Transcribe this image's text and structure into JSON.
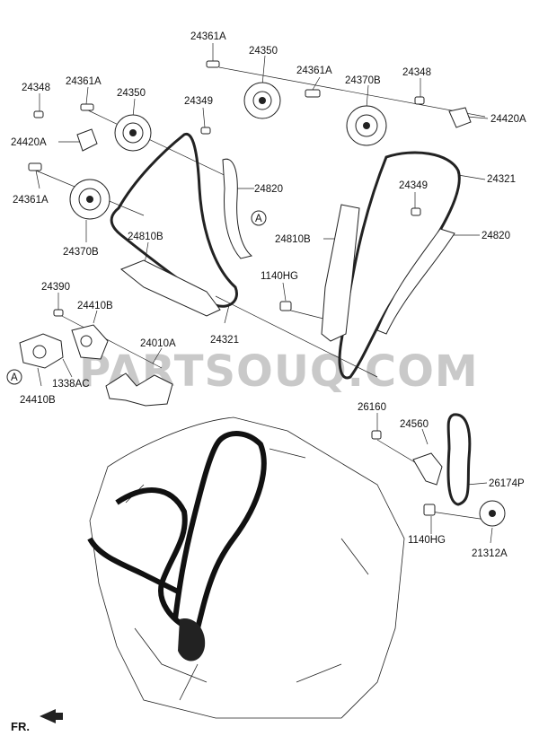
{
  "watermark": "PARTSOUQ.COM",
  "front_marker": "FR.",
  "callout_marker": "A",
  "labels": [
    {
      "id": "l1",
      "text": "24361A"
    },
    {
      "id": "l2",
      "text": "24350"
    },
    {
      "id": "l3",
      "text": "24348"
    },
    {
      "id": "l4",
      "text": "24361A"
    },
    {
      "id": "l5",
      "text": "24350"
    },
    {
      "id": "l6",
      "text": "24361A"
    },
    {
      "id": "l7",
      "text": "24370B"
    },
    {
      "id": "l8",
      "text": "24348"
    },
    {
      "id": "l9",
      "text": "24349"
    },
    {
      "id": "l10",
      "text": "24420A"
    },
    {
      "id": "l11",
      "text": "24420A"
    },
    {
      "id": "l12",
      "text": "24321"
    },
    {
      "id": "l13",
      "text": "24361A"
    },
    {
      "id": "l14",
      "text": "24820"
    },
    {
      "id": "l15",
      "text": "24349"
    },
    {
      "id": "l16",
      "text": "24370B"
    },
    {
      "id": "l17",
      "text": "24810B"
    },
    {
      "id": "l18",
      "text": "24810B"
    },
    {
      "id": "l19",
      "text": "24820"
    },
    {
      "id": "l20",
      "text": "1140HG"
    },
    {
      "id": "l21",
      "text": "24390"
    },
    {
      "id": "l22",
      "text": "24410B"
    },
    {
      "id": "l23",
      "text": "24010A"
    },
    {
      "id": "l24",
      "text": "24321"
    },
    {
      "id": "l25",
      "text": "1338AC"
    },
    {
      "id": "l26",
      "text": "24410B"
    },
    {
      "id": "l27",
      "text": "26160"
    },
    {
      "id": "l28",
      "text": "24560"
    },
    {
      "id": "l29",
      "text": "26174P"
    },
    {
      "id": "l30",
      "text": "1140HG"
    },
    {
      "id": "l31",
      "text": "21312A"
    }
  ]
}
